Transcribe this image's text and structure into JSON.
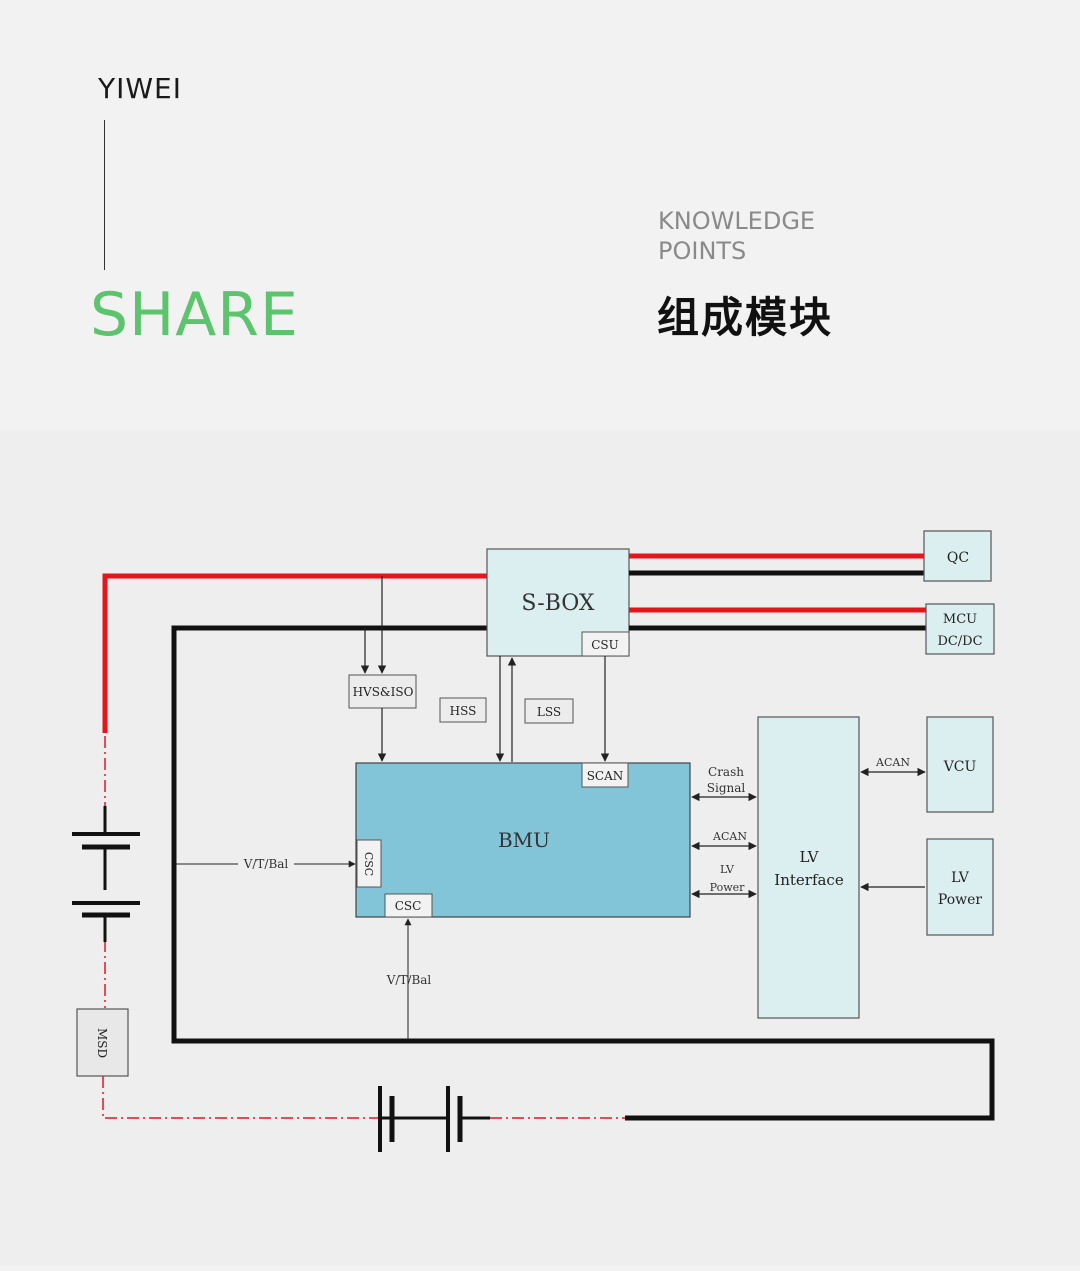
{
  "header": {
    "brand": "YIWEI",
    "share": "SHARE",
    "knowledge_line1": "KNOWLEDGE",
    "knowledge_line2": "POINTS",
    "title_cn": "组成模块"
  },
  "diagram": {
    "sbox": "S-BOX",
    "csu": "CSU",
    "qc": "QC",
    "mcu_line1": "MCU",
    "mcu_line2": "DC/DC",
    "hvs_iso": "HVS&ISO",
    "hss": "HSS",
    "lss": "LSS",
    "bmu": "BMU",
    "scan": "SCAN",
    "csc": "CSC",
    "csc_side": "CSC",
    "vtbal_left": "V/T/Bal",
    "vtbal_bottom": "V/T/Bal",
    "crash_line1": "Crash",
    "crash_line2": "Signal",
    "acan_mid": "ACAN",
    "lv_power_small_line1": "LV",
    "lv_power_small_line2": "Power",
    "lv_interface_line1": "LV",
    "lv_interface_line2": "Interface",
    "acan_right": "ACAN",
    "vcu": "VCU",
    "lv_power_line1": "LV",
    "lv_power_line2": "Power",
    "msd": "MSD",
    "colors": {
      "hv_positive": "#e8141c",
      "hv_negative": "#111111",
      "bmu_fill": "#82c4d8",
      "box_fill": "#dbeef0",
      "share_green": "#5cc46d"
    }
  }
}
